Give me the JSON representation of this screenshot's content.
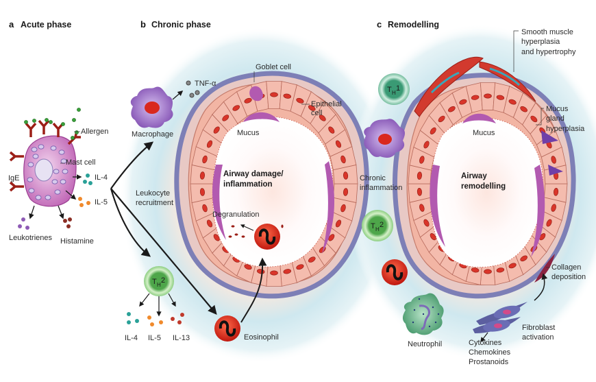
{
  "panels": {
    "a": {
      "letter": "a",
      "title": "Acute phase"
    },
    "b": {
      "letter": "b",
      "title": "Chronic phase"
    },
    "c": {
      "letter": "c",
      "title": "Remodelling"
    }
  },
  "acute": {
    "allergen": "Allergen",
    "mast_cell": "Mast cell",
    "ige": "IgE",
    "il4": "IL-4",
    "il5": "IL-5",
    "leukotrienes": "Leukotrienes",
    "histamine": "Histamine"
  },
  "chronic": {
    "tnf": "TNF-α",
    "macrophage": "Macrophage",
    "goblet_cell": "Goblet cell",
    "epithelial_cell_1": "Epithelial",
    "epithelial_cell_2": "cell",
    "mucus": "Mucus",
    "center_1": "Airway damage/",
    "center_2": "inflammation",
    "leukocyte_1": "Leukocyte",
    "leukocyte_2": "recruitment",
    "degranulation": "Degranulation",
    "th2_main": "T",
    "th2_sub": "H",
    "th2_num": "2",
    "il4": "IL-4",
    "il5": "IL-5",
    "il13": "IL-13",
    "eosinophil": "Eosinophil"
  },
  "remodel": {
    "smooth_1": "Smooth muscle",
    "smooth_2": "hyperplasia",
    "smooth_3": "and hypertrophy",
    "th1_main": "T",
    "th1_sub": "H",
    "th1_num": "1",
    "mucus": "Mucus",
    "gland_1": "Mucus",
    "gland_2": "gland",
    "gland_3": "hyperplasia",
    "chronic_1": "Chronic",
    "chronic_2": "inflammation",
    "center_1": "Airway",
    "center_2": "remodelling",
    "th2_main": "T",
    "th2_sub": "H",
    "th2_num": "2",
    "collagen_1": "Collagen",
    "collagen_2": "deposition",
    "fibroblast_1": "Fibroblast",
    "fibroblast_2": "activation",
    "neutrophil": "Neutrophil",
    "cytokines": "Cytokines",
    "chemokines": "Chemokines",
    "prostanoids": "Prostanoids"
  },
  "colors": {
    "mast_cell": "#c77dbf",
    "macrophage": "#8a55b8",
    "th_cell": "#5fb85a",
    "th1_cell": "#3d9a72",
    "eosinophil": "#d9281e",
    "neutrophil": "#4f9e75",
    "epithelium": "#f2b5a4",
    "basement": "#7d7fb6",
    "mucus": "#b25ab0",
    "halo": "#cfe8ef",
    "il4": "#2aa198",
    "il5": "#f08a2c",
    "il13": "#c0392b",
    "allergen": "#3aa03a",
    "leukotriene": "#8e5bb5",
    "histamine": "#8b2e24"
  }
}
